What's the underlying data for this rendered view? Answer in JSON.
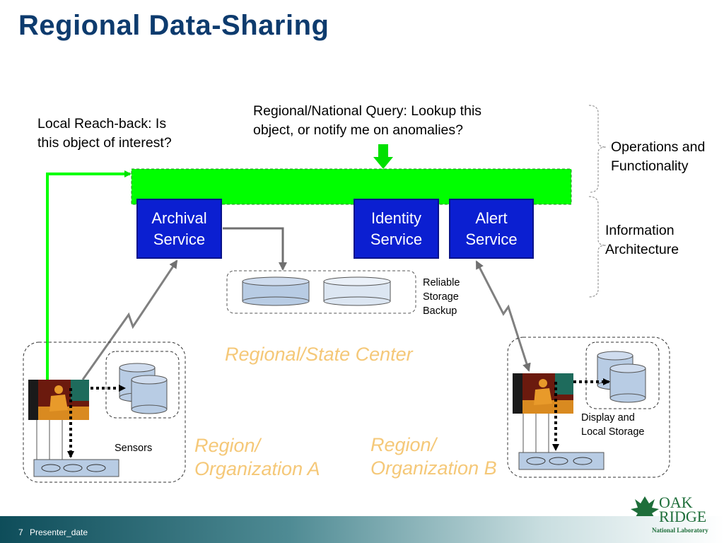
{
  "title": "Regional Data-Sharing",
  "labels": {
    "local_reachback_line1": "Local Reach-back: Is",
    "local_reachback_line2": "this object of interest?",
    "query_line1": "Regional/National Query:  Lookup this",
    "query_line2": "object, or notify me on anomalies?",
    "ops_line1": "Operations and",
    "ops_line2": "Functionality",
    "info_line1": "Information",
    "info_line2": "Architecture",
    "reliable_line1": "Reliable",
    "reliable_line2": "Storage",
    "reliable_line3": "Backup",
    "regional_center": "Regional/State Center",
    "region_a_line1": "Region/",
    "region_a_line2": "Organization A",
    "region_b_line1": "Region/",
    "region_b_line2": "Organization B",
    "sensors": "Sensors",
    "display_line1": "Display and",
    "display_line2": "Local Storage"
  },
  "services": {
    "archival_line1": "Archival",
    "archival_line2": "Service",
    "identity_line1": "Identity",
    "identity_line2": "Service",
    "alert_line1": "Alert",
    "alert_line2": "Service"
  },
  "footer": {
    "page_number": "7",
    "presenter": "Presenter_date"
  },
  "logo": {
    "line1": "OAK",
    "line2": "RIDGE",
    "line3": "National Laboratory"
  },
  "colors": {
    "title": "#0d3b6e",
    "bus": "#00ff00",
    "service_box": "#0b1fd1",
    "region_label": "#f5c878",
    "storage": "#b8cce4"
  }
}
